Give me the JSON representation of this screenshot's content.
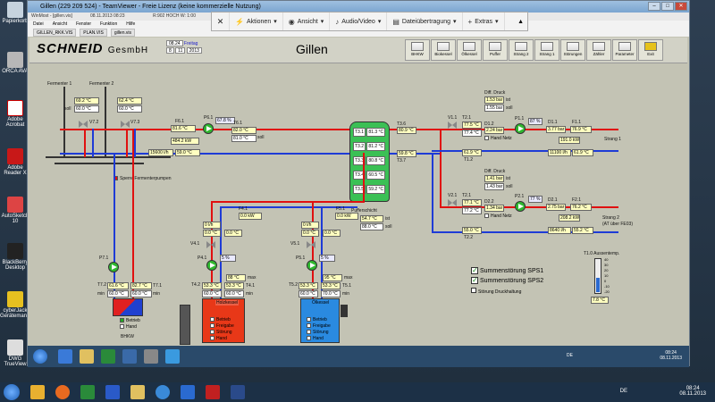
{
  "desktop_icons": [
    {
      "label": "Papierkorb"
    },
    {
      "label": "ORCA AVA"
    },
    {
      "label": "Adobe Acrobat"
    },
    {
      "label": "Adobe Reader X"
    },
    {
      "label": "AutoSketch 10"
    },
    {
      "label": "BlackBerry Desktop"
    },
    {
      "label": "cyberJack Gerätemanager"
    },
    {
      "label": "DWG TrueView"
    }
  ],
  "teamviewer": {
    "title": "Gillen (229 209 524) - TeamViewer - Freie Lizenz (keine kommerzielle Nutzung)",
    "toolbar": {
      "close": "✕",
      "actions": "Aktionen",
      "view": "Ansicht",
      "audio": "Audio/Video",
      "transfer": "Dateiübertragung",
      "extras": "Extras"
    }
  },
  "remote": {
    "wininfo": "WinMost - [gillen.vis]",
    "date_time": "08.11.2013  08:23",
    "rinfo": "R:902  HOCH  W:    1:00",
    "menu": [
      "Datei",
      "Ansicht",
      "Fenster",
      "Funktion",
      "Hilfe"
    ],
    "doc_tabs": [
      "GILLEN_RKK.VIS",
      "PLAN.VIS",
      "gillen.vis"
    ],
    "logo": "SCHNEID",
    "logo_suffix": "GesmbH",
    "date_field": "08.24",
    "weekday": "Freitag",
    "day": "8",
    "month": "11",
    "year": "2013",
    "plant_title": "Gillen",
    "nav_buttons": [
      "BHKW",
      "Biokessel",
      "Ölkessel",
      "Puffer",
      "Strang 2",
      "Strang 1",
      "Störungen",
      "Zähler",
      "Parameter",
      "Exit"
    ]
  },
  "diagram": {
    "fermenter1": "Fermenter 1",
    "fermenter2": "Fermenter 2",
    "f1_ist": "69.2 °C",
    "f1_soll": "60.0 °C",
    "f2_ist": "62.4 °C",
    "f2_soll": "60.0 °C",
    "v72": "V7.2",
    "v73": "V7.3",
    "f61": "F6.1",
    "f61_val": "81.6 °C",
    "p61": "P6.1",
    "p61_pct": "67.8 %",
    "t61": "T6.1",
    "t61_ist": "82.0 °C",
    "t61_soll": "81.0 °C",
    "kw484": "484.2 kW",
    "lph15600": "15600 l/h",
    "t59": "59.0 °C",
    "sperre": "Sperre Fermenterpumpen",
    "puffer_label": "Pufferschicht",
    "t31": "T3.1",
    "t31v": "81.3 °C",
    "t32": "T3.2",
    "t32v": "81.2 °C",
    "t33": "T3.3",
    "t33v": "80.8 °C",
    "t34": "T3.4",
    "t34v": "60.5 °C",
    "t35": "T3.5",
    "t35v": "59.2 °C",
    "t36": "T3.6",
    "t36v": "80.9 °C",
    "t37": "T3.7",
    "t37v": "59.8 °C",
    "puffer_ist": "54.7 °C",
    "puffer_soll": "88.0 °C",
    "ist": "ist",
    "soll": "soll",
    "max": "max",
    "min": "min",
    "f41": "F4.1",
    "f41v": "0.0 kW",
    "f51": "F5.1",
    "f51v": "0.0 kW",
    "v41": "V4.1",
    "v51": "V5.1",
    "p41": "P4.1",
    "p51": "P5.1",
    "p71": "P7.1",
    "bio_lph": "0 l/h",
    "bio_t": "0.0 °C",
    "bio_t2": "0.0 °C",
    "bio_pct": "5 %",
    "oil_lph": "0 l/h",
    "oil_t": "0.0 °C",
    "oil_t2": "0.0 °C",
    "oil_pct": "5 %",
    "t72": "T7.2",
    "t72v": "61.6 °C",
    "t72min": "60.0 °C",
    "t73": "T7.3",
    "t73v": "82.7 °C",
    "t73min": "60.0 °C",
    "t71": "T7.1",
    "t42": "T4.2",
    "t42v": "53.3 °C",
    "t42min": "60.0 °C",
    "t43": "T4.3",
    "t43v": "53.3 °C",
    "t43min": "60.0 °C",
    "t41": "T4.1",
    "t41max": "88 °C",
    "t52": "T5.2",
    "t52v": "53.3 °C",
    "t52min": "60.0 °C",
    "t53": "T5.3",
    "t53v": "53.3 °C",
    "t53min": "70.0 °C",
    "t51": "T5.1",
    "t51max": "95 °C",
    "bhkw": "BHKW",
    "holz": "Holzkessel",
    "oel": "Ölkessel",
    "betrieb": "Betrieb",
    "hand": "Hand",
    "freigabe": "Freigabe",
    "stoerung": "Störung",
    "hand_netz": "Hand Netz",
    "diff_druck": "Diff. Druck",
    "s1_dd_ist": "1.53 bar",
    "s1_dd_soll": "1.55 bar",
    "s2_dd_ist": "1.41 bar",
    "s2_dd_soll": "1.43 bar",
    "v11": "V1.1",
    "t21": "T2.1",
    "t21v": "77.5 °C",
    "t21b": "77.4 °C",
    "d12": "D1.2",
    "d12v": "2.24 bar",
    "p11": "P1.1",
    "p11pct": "87 %",
    "d11": "D1.1",
    "d11v": "3.77 bar",
    "f11": "F1.1",
    "f11v": "76.9 °C",
    "s1_kw": "191.0 kW",
    "s1_lph": "11100 l/h",
    "s1_t": "61.9 °C",
    "t12": "T1.2",
    "t12v": "61.9 °C",
    "strang1": "Strang 1",
    "v21": "V2.1",
    "t22b": "T2.1",
    "t22v": "77.1 °C",
    "t22b2": "77.2 °C",
    "d22": "D2.2",
    "d22v": "1.34 bar",
    "p21": "P2.1",
    "p21pct": "77 %",
    "d21": "D2.1",
    "d21v": "2.75 bar",
    "f21": "F2.1",
    "f21v": "76.2 °C",
    "s2_kw": "208.2 kW",
    "s2_lph": "8640 l/h",
    "s2_t": "55.2 °C",
    "t22": "T2.2",
    "t22v2": "55.0 °C",
    "strang2": "Strang 2",
    "strang2_sub": "(AT über FE03)",
    "alarm1": "Summenstörung SPS1",
    "alarm2": "Summenstörung SPS2",
    "alarm3": "Störung Druckhaltung",
    "aussentemp_label": "T1.0 Aussentemp.",
    "aussentemp": "7.8 °C",
    "thermo_ticks": [
      "40",
      "30",
      "20",
      "10",
      "0",
      "-10",
      "-20"
    ]
  },
  "inner_taskbar": {
    "lang": "DE",
    "time": "08:24",
    "date": "08.11.2013"
  },
  "outer_taskbar": {
    "lang": "DE",
    "time": "08:24",
    "date": "08.11.2013"
  }
}
